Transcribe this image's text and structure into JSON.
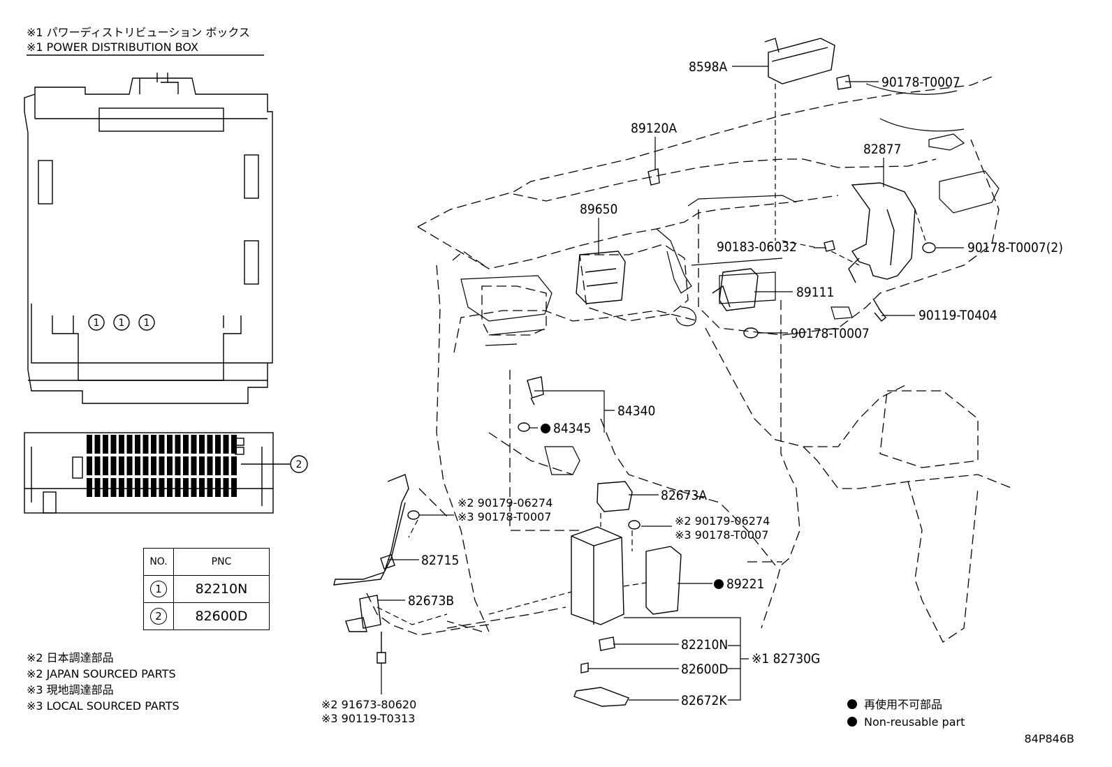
{
  "box_title": {
    "jp": "※1  パワーディストリビューション ボックス",
    "en": "※1  POWER DISTRIBUTION BOX"
  },
  "box_callouts": {
    "fuse_ref": "1",
    "block_ref": "2"
  },
  "pnc_table": {
    "headers": [
      "NO.",
      "PNC"
    ],
    "rows": [
      {
        "no": "1",
        "pnc": "82210N"
      },
      {
        "no": "2",
        "pnc": "82600D"
      }
    ]
  },
  "notes": [
    "※2 日本調達部品",
    "※2 JAPAN SOURCED PARTS",
    "※3 現地調達部品",
    "※3 LOCAL SOURCED PARTS"
  ],
  "parts": {
    "p8598A": "8598A",
    "p90178_T0007_top": "90178-T0007",
    "p89120A": "89120A",
    "p82877": "82877",
    "p89650": "89650",
    "p90183_06032": "90183-06032",
    "p90178_T0007_2": "90178-T0007(2)",
    "p89111": "89111",
    "p90119_T0404": "90119-T0404",
    "p90178_T0007_mid": "90178-T0007",
    "p84340": "84340",
    "p84345": "84345",
    "p82673A": "82673A",
    "p90179_06274_left": "※2 90179-06274",
    "p90178_T0007_left": "※3 90178-T0007",
    "p90179_06274_right": "※2 90179-06274",
    "p90178_T0007_right": "※3 90178-T0007",
    "p82715": "82715",
    "p89221": "89221",
    "p82673B": "82673B",
    "p82210N": "82210N",
    "p82600D": "82600D",
    "p82730G": "※1 82730G",
    "p82672K": "82672K",
    "p91673_80620": "※2 91673-80620",
    "p90119_T0313": "※3 90119-T0313"
  },
  "legend": {
    "jp": "再使用不可部品",
    "en": "Non-reusable part"
  },
  "figure_code": "84P846B"
}
